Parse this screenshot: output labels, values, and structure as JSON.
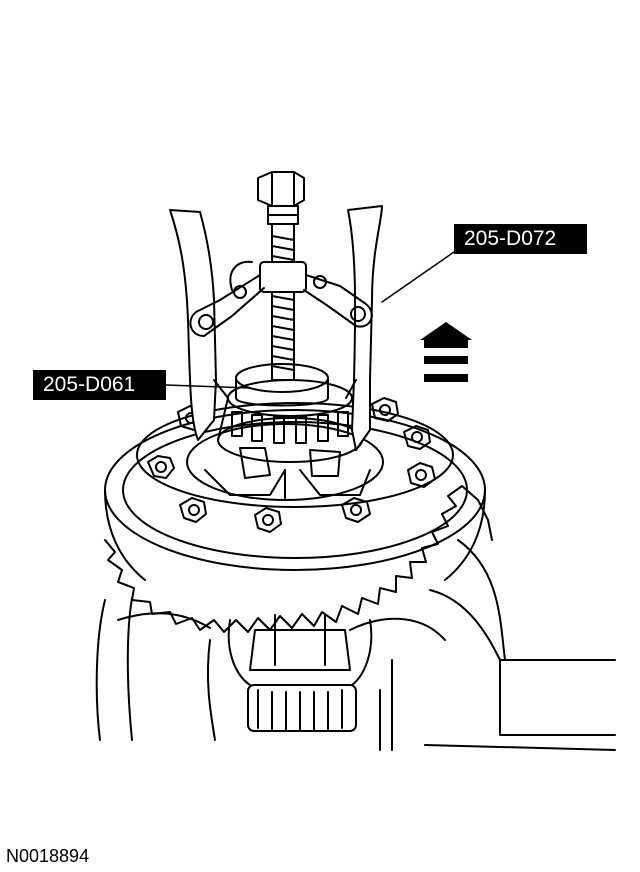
{
  "callouts": {
    "tool_puller": "205-D072",
    "tool_adapter": "205-D061"
  },
  "figure_id": "N0018894",
  "colors": {
    "line": "#000000",
    "label_bg": "#000000",
    "label_text": "#ffffff",
    "background": "#ffffff"
  },
  "icons": [
    "upward-direction-arrow-icon"
  ]
}
